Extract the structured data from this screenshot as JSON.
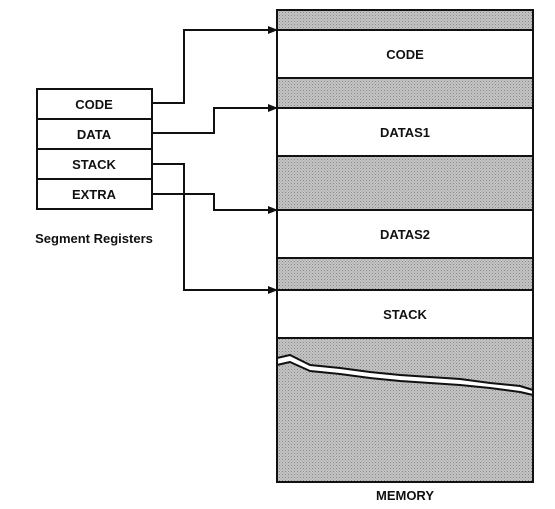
{
  "segment_registers": {
    "title": "Segment Registers",
    "items": [
      {
        "name": "CODE"
      },
      {
        "name": "DATA"
      },
      {
        "name": "STACK"
      },
      {
        "name": "EXTRA"
      }
    ]
  },
  "memory": {
    "title": "MEMORY",
    "segments": [
      {
        "label": "CODE"
      },
      {
        "label": "DATAS1"
      },
      {
        "label": "DATAS2"
      },
      {
        "label": "STACK"
      }
    ]
  }
}
